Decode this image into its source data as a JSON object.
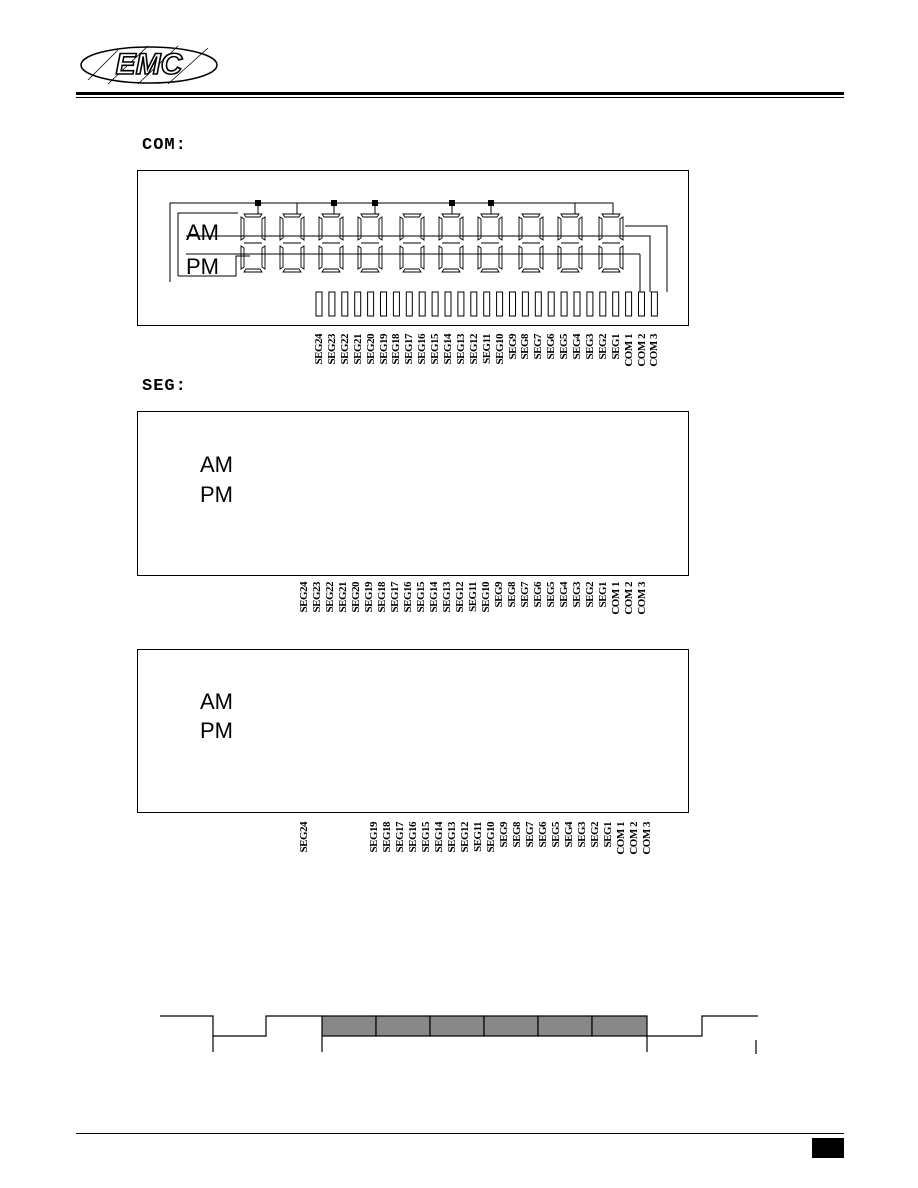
{
  "header": {
    "logo_text": "EMC"
  },
  "sections": {
    "com_label": "COM:",
    "seg_label": "SEG:"
  },
  "display": {
    "am": "AM",
    "pm": "PM"
  },
  "com_panel_pins": [
    "SEG24",
    "SEG23",
    "SEG22",
    "SEG21",
    "SEG20",
    "SEG19",
    "SEG18",
    "SEG17",
    "SEG16",
    "SEG15",
    "SEG14",
    "SEG13",
    "SEG12",
    "SEG11",
    "SEG10",
    "SEG9",
    "SEG8",
    "SEG7",
    "SEG6",
    "SEG5",
    "SEG4",
    "SEG3",
    "SEG2",
    "SEG1",
    "COM 1",
    "COM 2",
    "COM 3"
  ],
  "seg_panel_pins": [
    "SEG24",
    "SEG23",
    "SEG22",
    "SEG21",
    "SEG20",
    "SEG19",
    "SEG18",
    "SEG17",
    "SEG16",
    "SEG15",
    "SEG14",
    "SEG13",
    "SEG12",
    "SEG11",
    "SEG10",
    "SEG9",
    "SEG8",
    "SEG7",
    "SEG6",
    "SEG5",
    "SEG4",
    "SEG3",
    "SEG2",
    "SEG1",
    "COM 1",
    "COM 2",
    "COM 3"
  ],
  "seg2_panel_pins": [
    "SEG24",
    "SEG19",
    "SEG18",
    "SEG17",
    "SEG16",
    "SEG15",
    "SEG14",
    "SEG13",
    "SEG12",
    "SEG11",
    "SEG10",
    "SEG9",
    "SEG8",
    "SEG7",
    "SEG6",
    "SEG5",
    "SEG4",
    "SEG3",
    "SEG2",
    "SEG1",
    "COM 1",
    "COM 2",
    "COM 3"
  ]
}
